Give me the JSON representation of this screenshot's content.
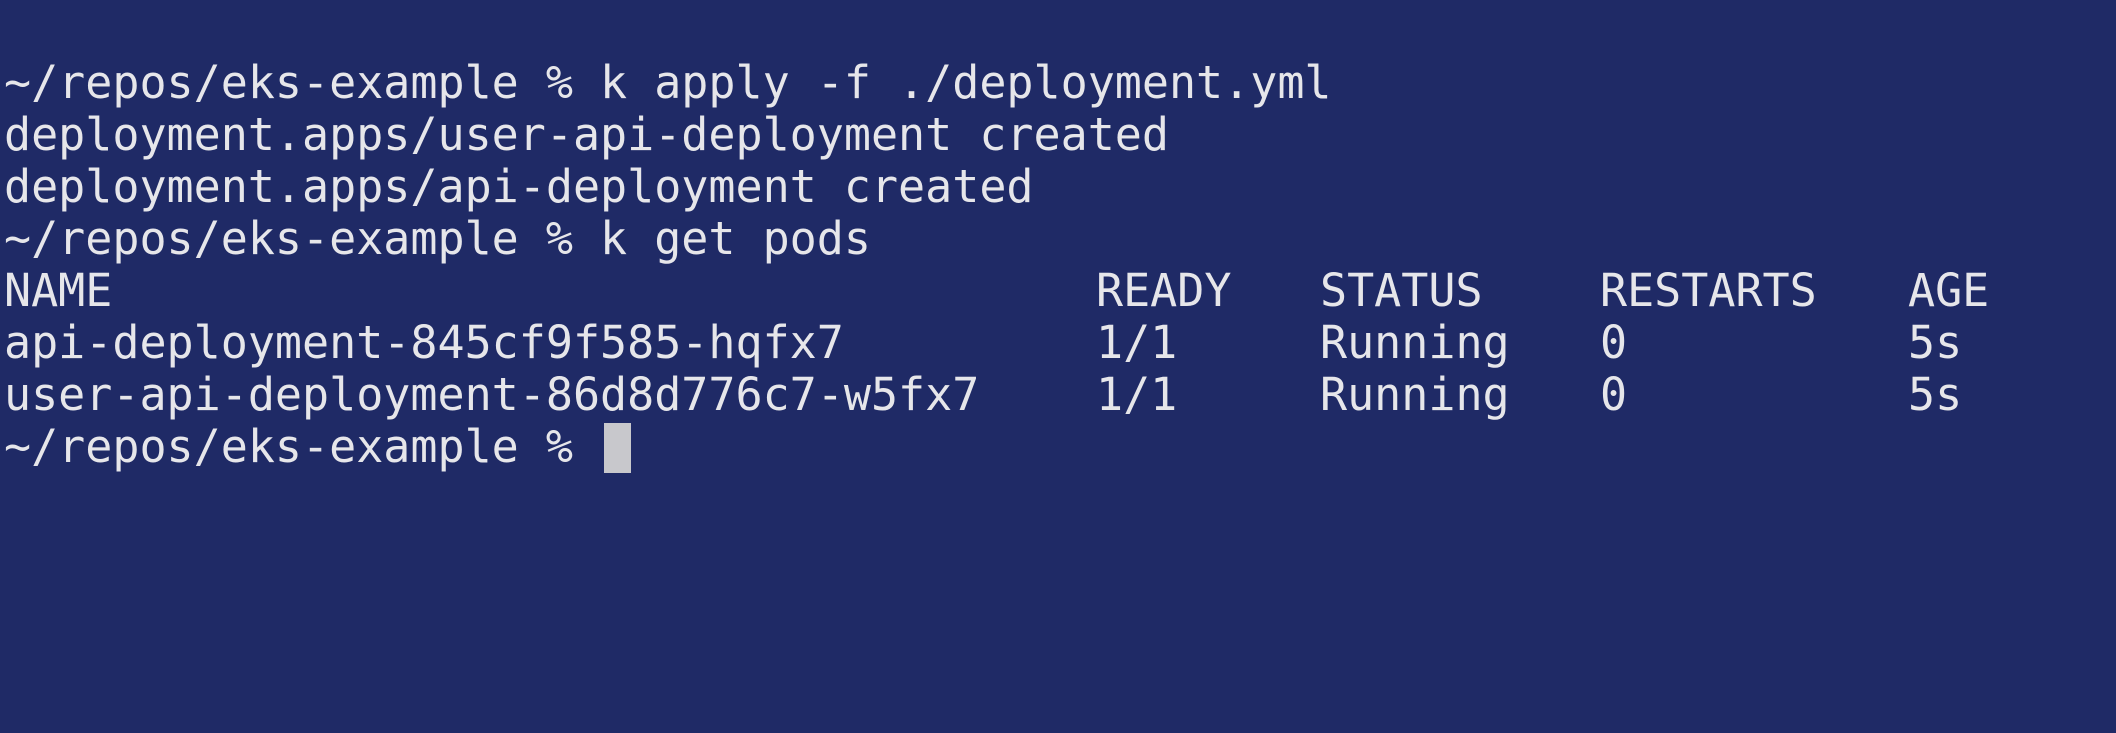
{
  "terminal": {
    "background": "#1f2a66",
    "foreground": "#e6e6ea",
    "lines": [
      "~/repos/eks-example % k apply -f ./deployment.yml",
      "deployment.apps/user-api-deployment created",
      "deployment.apps/api-deployment created",
      "~/repos/eks-example % k get pods"
    ],
    "pods_table": {
      "headers": [
        "NAME",
        "READY",
        "STATUS",
        "RESTARTS",
        "AGE"
      ],
      "rows": [
        [
          "api-deployment-845cf9f585-hqfx7",
          "1/1",
          "Running",
          "0",
          "5s"
        ],
        [
          "user-api-deployment-86d8d776c7-w5fx7",
          "1/1",
          "Running",
          "0",
          "5s"
        ]
      ]
    },
    "prompt": "~/repos/eks-example % "
  }
}
